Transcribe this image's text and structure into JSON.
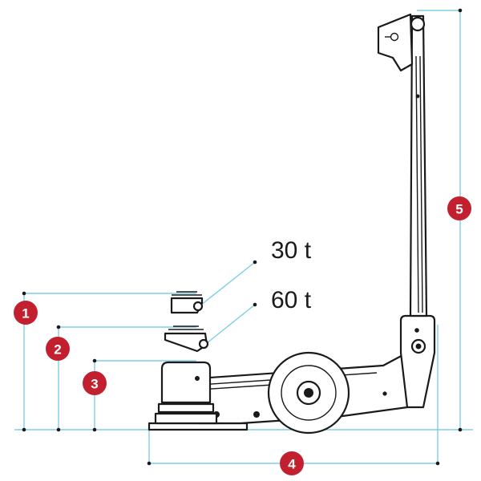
{
  "colors": {
    "badge": "#c3202f",
    "dimension_line": "#7fcde6",
    "outline": "#1a1a1a"
  },
  "labels": {
    "cap_30": "30 t",
    "cap_60": "60 t"
  },
  "badges": [
    "1",
    "2",
    "3",
    "4",
    "5"
  ]
}
